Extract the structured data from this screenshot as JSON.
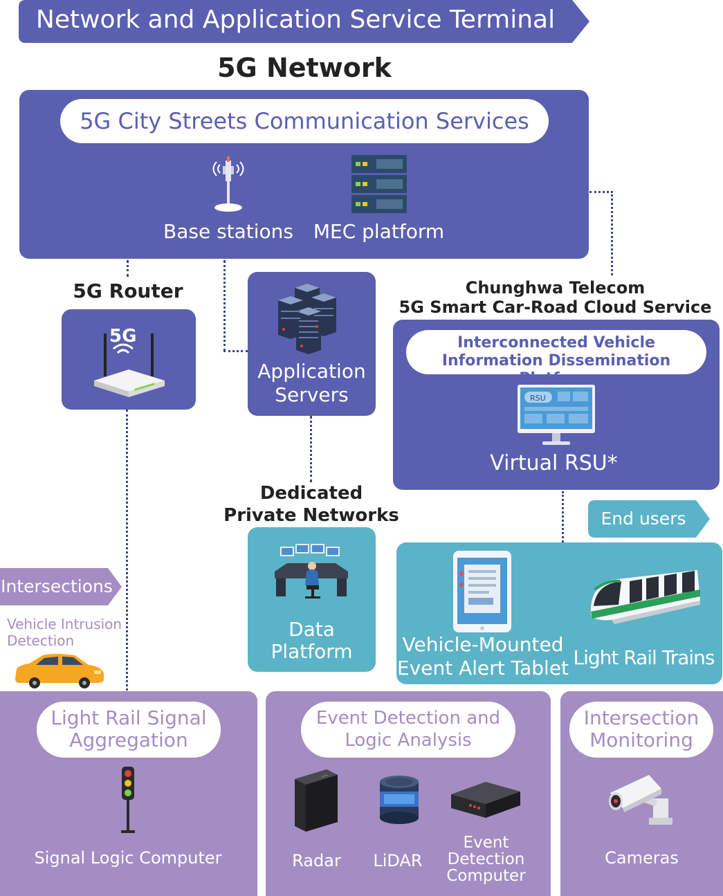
{
  "header": {
    "title": "Network and Application Service Terminal"
  },
  "network": {
    "title": "5G Network",
    "pill": "5G City Streets Communication Services",
    "base_stations": "Base stations",
    "mec": "MEC platform"
  },
  "router": {
    "title": "5G Router"
  },
  "app_servers": {
    "line1": "Application",
    "line2": "Servers"
  },
  "cht": {
    "title1": "Chunghwa Telecom",
    "title2": "5G Smart Car-Road Cloud Service",
    "pill1": "Interconnected Vehicle",
    "pill2": "Information Dissemination Platform",
    "rsu_screen": "RSU",
    "virtual_rsu": "Virtual RSU*"
  },
  "private": {
    "line1": "Dedicated",
    "line2": "Private Networks",
    "data1": "Data",
    "data2": "Platform"
  },
  "end_users": {
    "tag": "End users",
    "tablet1": "Vehicle-Mounted",
    "tablet2": "Event Alert Tablet",
    "trains": "Light Rail Trains"
  },
  "intersections": {
    "tag": "Intersections",
    "vid1": "Vehicle Intrusion",
    "vid2": "Detection"
  },
  "signal": {
    "pill1": "Light Rail Signal",
    "pill2": "Aggregation",
    "label": "Signal Logic Computer"
  },
  "event": {
    "pill1": "Event Detection and",
    "pill2": "Logic Analysis",
    "radar": "Radar",
    "lidar": "LiDAR",
    "comp1": "Event",
    "comp2": "Detection",
    "comp3": "Computer"
  },
  "monitor": {
    "pill1": "Intersection",
    "pill2": "Monitoring",
    "cameras": "Cameras"
  },
  "colors": {
    "blue": "#5a5fb0",
    "teal": "#5bb3c8",
    "purple": "#a48dc3"
  }
}
